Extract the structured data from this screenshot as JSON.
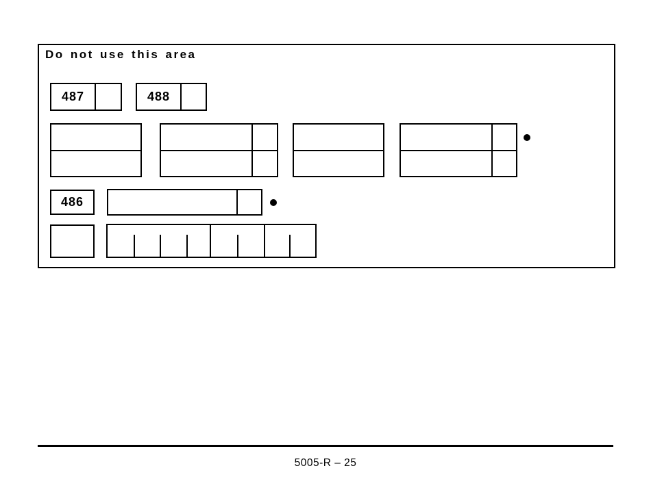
{
  "colors": {
    "ink": "#000000",
    "paper": "#ffffff"
  },
  "reserved_area": {
    "heading": "Do not use this area",
    "code_box_1": {
      "code": "487"
    },
    "code_box_2": {
      "code": "488"
    },
    "code_box_3": {
      "code": "486"
    }
  },
  "icons": {
    "bullet_marker": "filled-circle-bullet"
  },
  "footer": {
    "form_code": "5005-R – 25"
  }
}
